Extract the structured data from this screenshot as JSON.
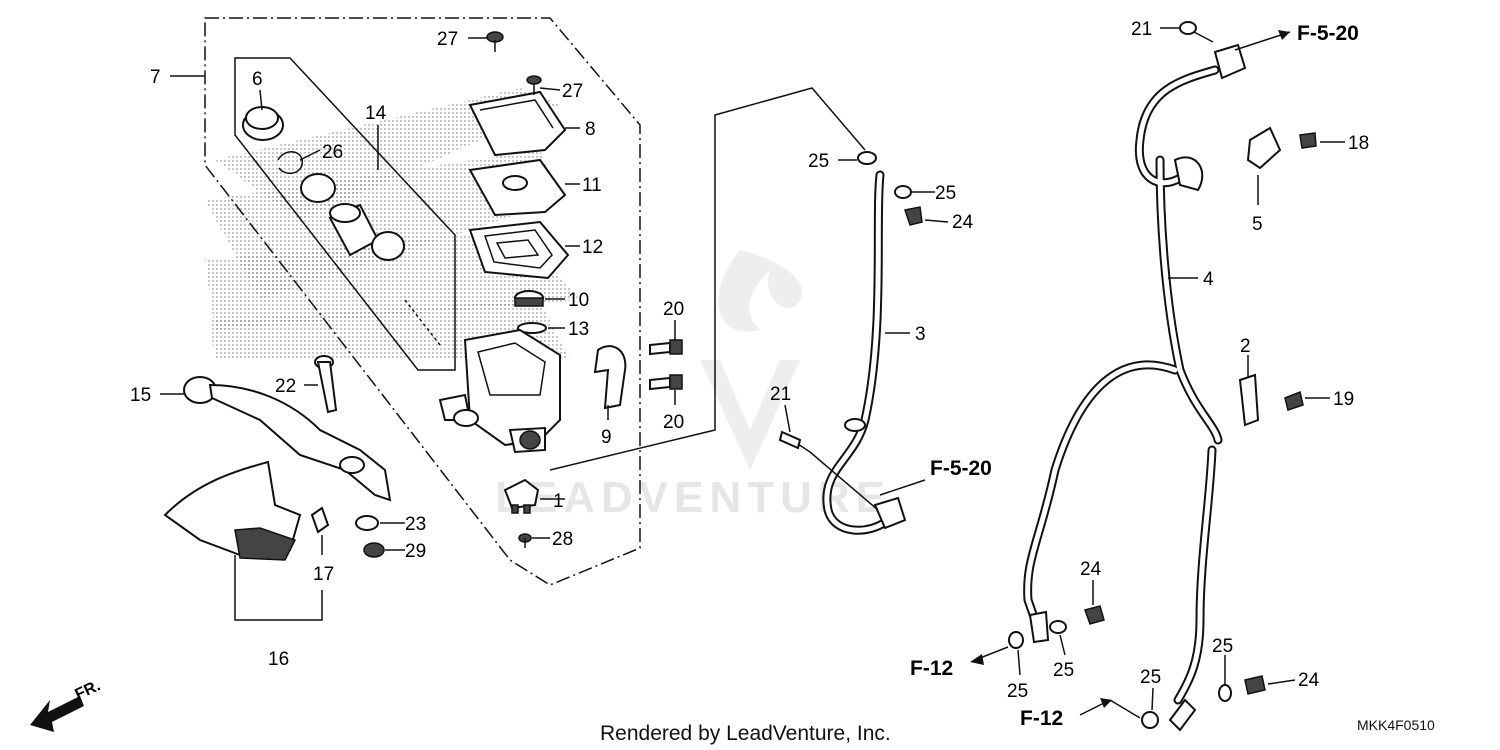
{
  "diagram": {
    "part_labels": [
      "1",
      "2",
      "3",
      "4",
      "5",
      "6",
      "7",
      "8",
      "9",
      "10",
      "11",
      "12",
      "13",
      "14",
      "15",
      "16",
      "17",
      "18",
      "19",
      "20",
      "20",
      "21",
      "21",
      "22",
      "23",
      "24",
      "24",
      "24",
      "25",
      "25",
      "25",
      "25",
      "25",
      "25",
      "26",
      "27",
      "27",
      "28",
      "29"
    ],
    "reference_labels": [
      "F-5-20",
      "F-5-20",
      "F-12",
      "F-12"
    ],
    "direction_label": "FR.",
    "watermark_text": "LEADVENTURE"
  },
  "footer": {
    "credit": "Rendered by LeadVenture, Inc.",
    "diagram_code": "MKK4F0510"
  }
}
